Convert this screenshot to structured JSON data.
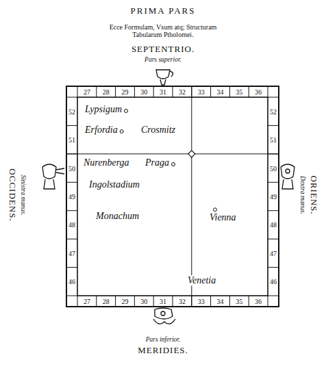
{
  "diagram": {
    "title": "PRIMA PARS",
    "labels": [
      "Ecce Formulam, Vsum atq; Structuram Tabularum Ptholomei.",
      "SEPTENTRIO.",
      "Pars superior.",
      "OCCIDENS.",
      "Sinistra manus.",
      "Dextra manus.",
      "ORIENS.",
      "Pars inferior.",
      "MERIDIES.",
      "27",
      "28",
      "29",
      "30",
      "31",
      "32",
      "33",
      "34",
      "35",
      "36",
      "27",
      "28",
      "29",
      "30",
      "31",
      "32",
      "33",
      "34",
      "35",
      "36",
      "52",
      "51",
      "50",
      "49",
      "48",
      "47",
      "46",
      "52",
      "51",
      "50",
      "49",
      "48",
      "47",
      "46",
      "Lypsigum",
      "Erfordia",
      "Crosmitz",
      "Nurenberga",
      "Praga",
      "Ingolstadium",
      "Monachum",
      "Vienna",
      "Venetia"
    ]
  }
}
